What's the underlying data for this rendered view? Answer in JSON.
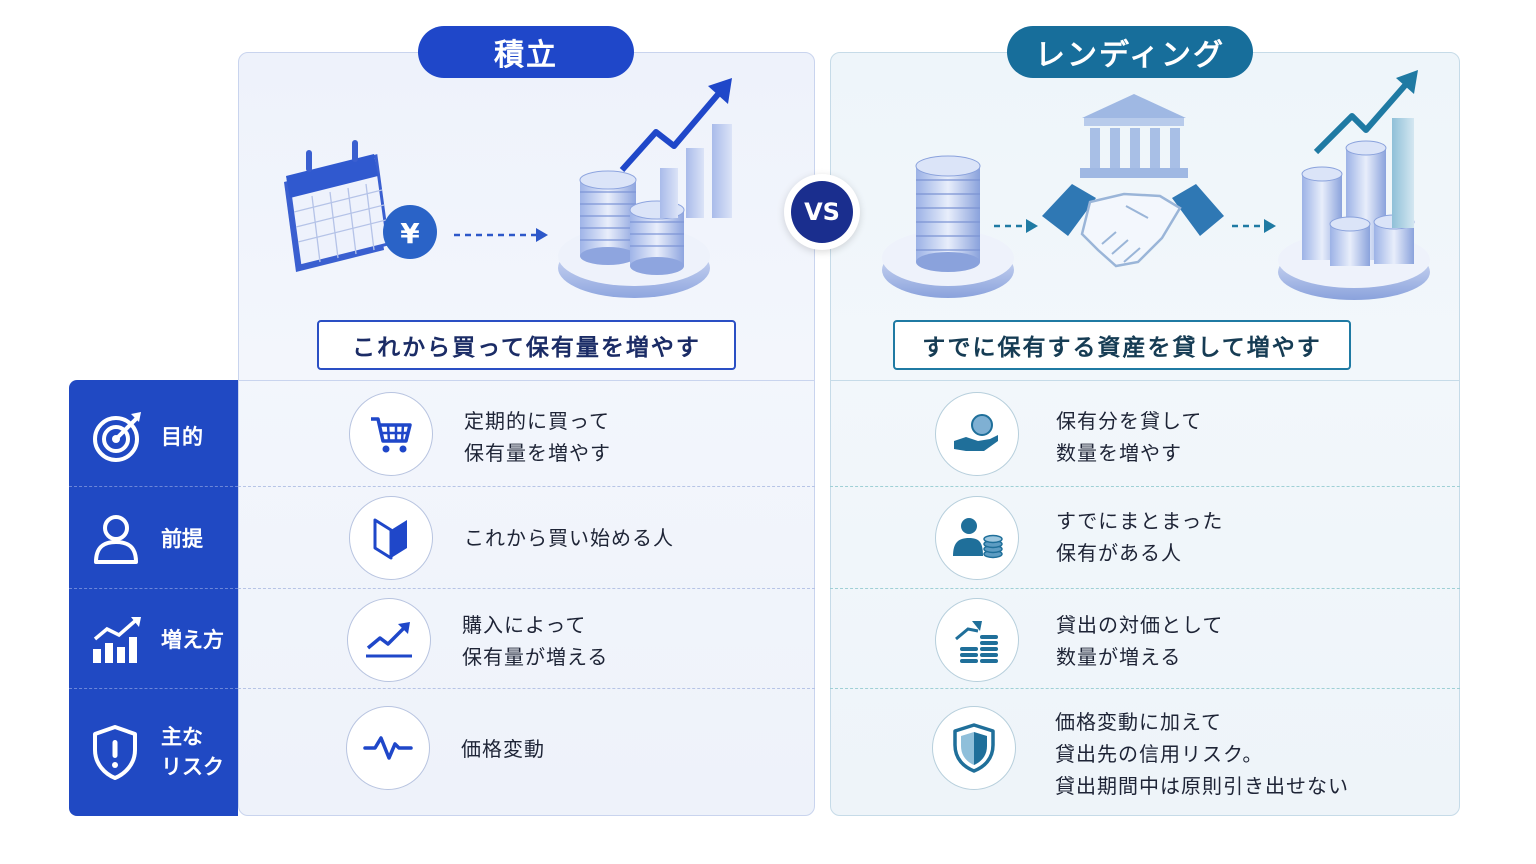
{
  "columns": {
    "left": {
      "title": "積立",
      "subtitle": "これから買って保有量を増やす"
    },
    "right": {
      "title": "レンディング",
      "subtitle": "すでに保有する資産を貸して増やす"
    }
  },
  "vs_label": "VS",
  "hero_icons": {
    "left": [
      "calendar-icon",
      "yen-coin-icon",
      "coin-stack-icon",
      "growth-chart-icon"
    ],
    "right": [
      "coin-stack-icon",
      "bank-icon",
      "handshake-icon",
      "coin-stack-icon",
      "growth-chart-icon"
    ]
  },
  "rows": [
    {
      "label": "目的",
      "icon": "target-icon",
      "left": {
        "icon": "cart-icon",
        "text": [
          "定期的に買って",
          "保有量を増やす"
        ]
      },
      "right": {
        "icon": "hand-coin-icon",
        "text": [
          "保有分を貸して",
          "数量を増やす"
        ]
      }
    },
    {
      "label": "前提",
      "icon": "person-icon",
      "left": {
        "icon": "beginner-mark-icon",
        "text": [
          "これから買い始める人"
        ]
      },
      "right": {
        "icon": "person-coins-icon",
        "text": [
          "すでにまとまった",
          "保有がある人"
        ]
      }
    },
    {
      "label": "増え方",
      "icon": "bar-growth-icon",
      "left": {
        "icon": "trend-up-icon",
        "text": [
          "購入によって",
          "保有量が増える"
        ]
      },
      "right": {
        "icon": "coins-arrow-icon",
        "text": [
          "貸出の対価として",
          "数量が増える"
        ]
      }
    },
    {
      "label": "主な\nリスク",
      "label_lines": [
        "主な",
        "リスク"
      ],
      "icon": "shield-alert-icon",
      "left": {
        "icon": "pulse-icon",
        "text": [
          "価格変動"
        ]
      },
      "right": {
        "icon": "shield-icon",
        "text": [
          "価格変動に加えて",
          "貸出先の信用リスク。",
          "貸出期間中は原則引き出せない"
        ]
      }
    }
  ],
  "colors": {
    "primary_blue": "#1f47c9",
    "teal": "#176e9b",
    "label_column": "#2049c3"
  }
}
